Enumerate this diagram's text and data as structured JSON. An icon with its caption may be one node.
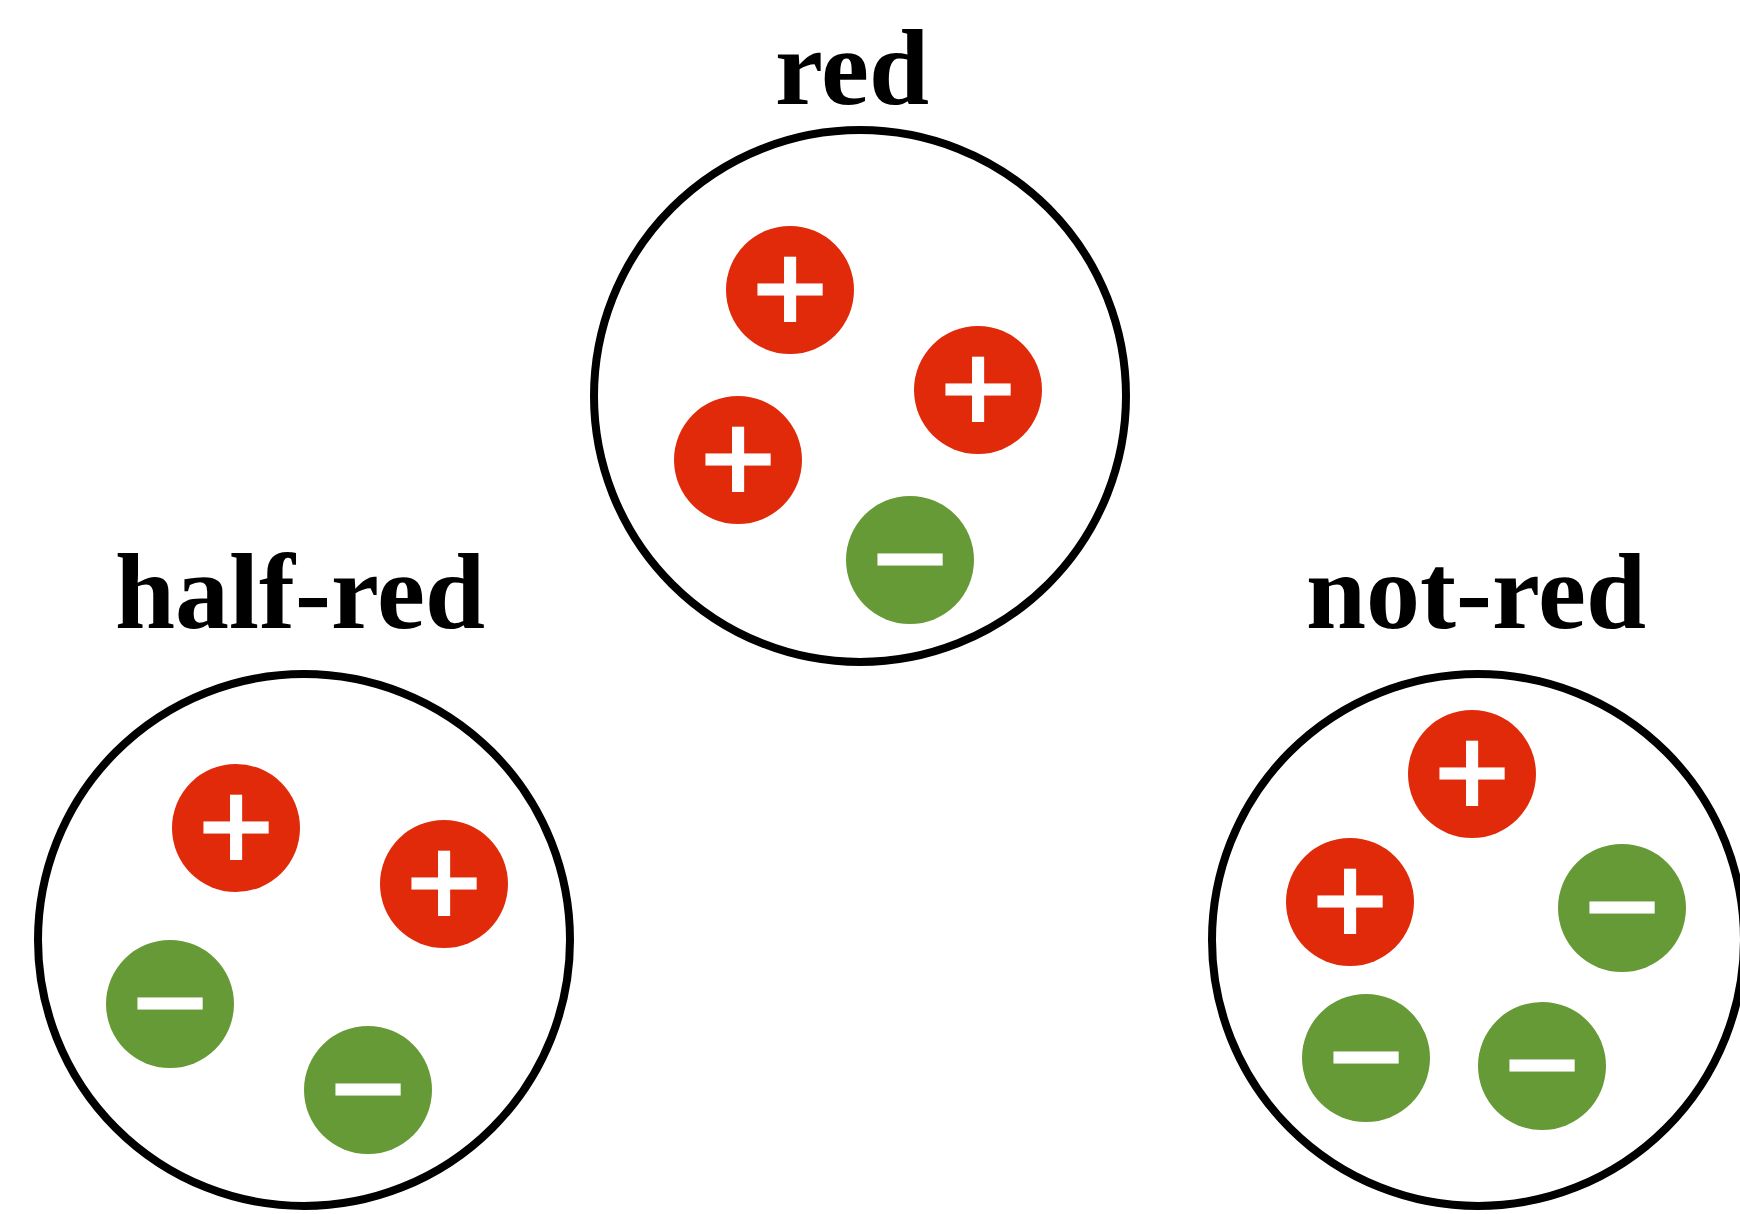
{
  "diagram": {
    "nodes": [
      {
        "text": [
          "red"
        ]
      },
      {
        "text": [
          "+"
        ],
        "in": 0
      },
      {
        "text": [
          "+"
        ],
        "in": 0
      },
      {
        "text": [
          "+"
        ],
        "in": 0
      },
      {
        "text": [
          "−"
        ],
        "in": 0
      },
      {
        "text": [
          "half-red"
        ]
      },
      {
        "text": [
          "+"
        ],
        "in": 5
      },
      {
        "text": [
          "+"
        ],
        "in": 5
      },
      {
        "text": [
          "−"
        ],
        "in": 5
      },
      {
        "text": [
          "−"
        ],
        "in": 5
      },
      {
        "text": [
          "not-red"
        ]
      },
      {
        "text": [
          "+"
        ],
        "in": 10
      },
      {
        "text": [
          "+"
        ],
        "in": 10
      },
      {
        "text": [
          "−"
        ],
        "in": 10
      },
      {
        "text": [
          "−"
        ],
        "in": 10
      },
      {
        "text": [
          "−"
        ],
        "in": 10
      }
    ],
    "edges": []
  }
}
